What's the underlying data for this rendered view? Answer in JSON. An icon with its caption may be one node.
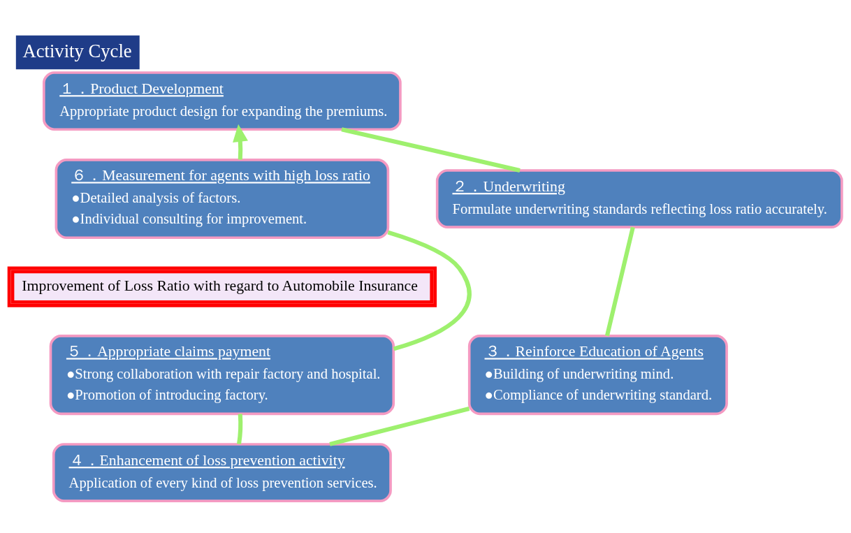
{
  "diagram": {
    "title": "Activity Cycle",
    "nodes": [
      {
        "text": [
          "１．Product Development",
          "Appropriate product design for expanding the premiums."
        ]
      },
      {
        "text": [
          "６．Measurement for agents with high loss ratio",
          "●Detailed analysis of factors.",
          "●Individual consulting for improvement."
        ]
      },
      {
        "text": [
          "２．Underwriting",
          "Formulate underwriting standards reflecting loss ratio accurately."
        ]
      },
      {
        "text": [
          "Improvement of Loss Ratio with regard to Automobile Insurance"
        ]
      },
      {
        "text": [
          "５．Appropriate claims payment",
          "●Strong collaboration with repair factory and hospital.",
          "●Promotion of introducing factory."
        ]
      },
      {
        "text": [
          "３．Reinforce Education of Agents",
          "●Building of underwriting mind.",
          "●Compliance of underwriting standard."
        ]
      },
      {
        "text": [
          "４．Enhancement of loss prevention activity",
          "Application of every kind of loss prevention services."
        ]
      }
    ],
    "edges": [
      {
        "from": 0,
        "to": 2,
        "arrow": "none"
      },
      {
        "from": 2,
        "to": 5,
        "arrow": "none"
      },
      {
        "from": 5,
        "to": 6,
        "arrow": "none"
      },
      {
        "from": 6,
        "to": 4,
        "arrow": "none"
      },
      {
        "from": 4,
        "to": 1,
        "arrow": "none"
      },
      {
        "from": 1,
        "to": 0,
        "arrow": "to"
      }
    ]
  }
}
